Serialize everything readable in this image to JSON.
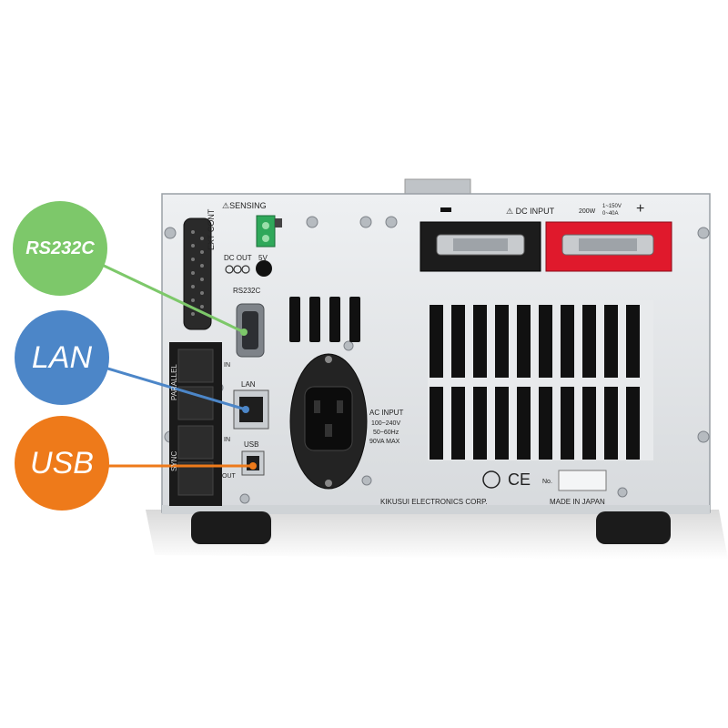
{
  "device": {
    "sensing_label": "⚠SENSING",
    "ext_cont_label": "EXT CONT",
    "dc_out_label": "DC OUT",
    "dc_out_voltage": "5V",
    "rs232c_port_label": "RS232C",
    "lan_port_label": "LAN",
    "usb_port_label": "USB",
    "parallel_label": "PARALLEL",
    "sync_label": "SYNC",
    "in_label": "IN",
    "out_label": "OUT",
    "dc_input_label": "⚠ DC INPUT",
    "dc_input_rating_power": "200W",
    "dc_input_rating_voltage": "1~150V",
    "dc_input_rating_current": "0~40A",
    "polarity_negative": "−",
    "polarity_positive": "+",
    "ac_input_label": "AC INPUT",
    "ac_input_voltage": "100~240V",
    "ac_input_freq": "50~60Hz",
    "ac_input_power": "90VA MAX",
    "manufacturer": "KIKUSUI ELECTRONICS CORP.",
    "made_in": "MADE IN JAPAN",
    "serial_label": "No.",
    "ce_mark": "CE",
    "colors": {
      "panel": "#e3e5e8",
      "rs232c": "#7dc86a",
      "lan": "#4c86c8",
      "usb": "#ee7a1a",
      "terminal_neg": "#1c1c1c",
      "terminal_pos": "#e0192c"
    }
  },
  "callouts": [
    {
      "label": "RS232C"
    },
    {
      "label": "LAN"
    },
    {
      "label": "USB"
    }
  ]
}
